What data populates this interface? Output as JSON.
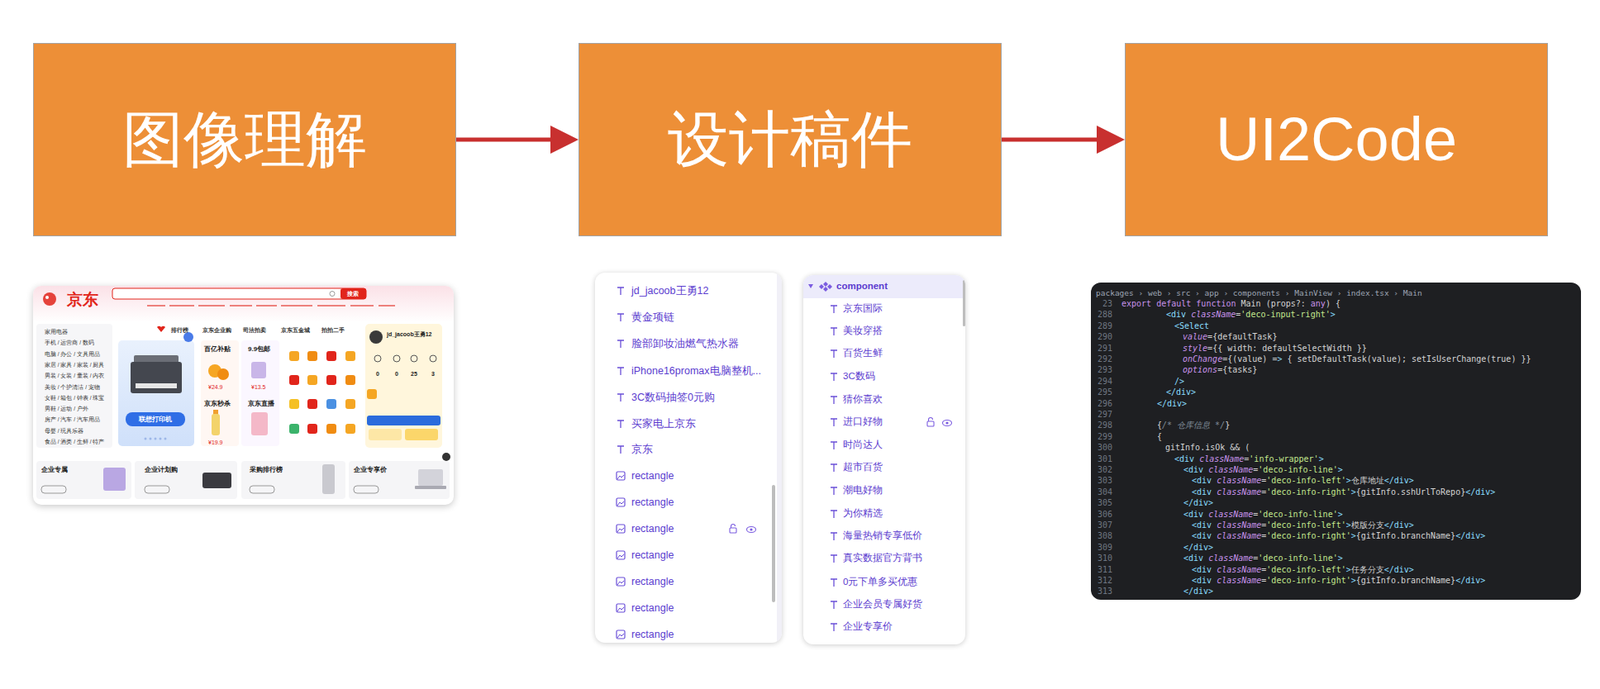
{
  "diagram": {
    "nodes": [
      {
        "text": [
          "图像理解"
        ]
      },
      {
        "text": [
          "设计稿件"
        ]
      },
      {
        "text": [
          "UI2Code"
        ]
      }
    ],
    "edges": [
      {
        "from": 0,
        "to": 1,
        "arrow": "to"
      },
      {
        "from": 1,
        "to": 2,
        "arrow": "to"
      }
    ],
    "labels": [
      "京东",
      "搜索",
      "家用电器",
      "手机 / 运营商 / 数码",
      "电脑 / 办公 / 文具用品",
      "家居 / 家具 / 家装 / 厨具",
      "男装 / 女装 / 童装 / 内衣",
      "美妆 / 个护清洁 / 宠物",
      "女鞋 / 箱包 / 钟表 / 珠宝",
      "男鞋 / 运动 / 户外",
      "房产 / 汽车 / 汽车用品",
      "母婴 / 玩具乐器",
      "食品 / 酒类 / 生鲜 / 特产",
      "排行榜",
      "京东企业购",
      "司法拍卖",
      "京东五金城",
      "拍拍二手",
      "联想打印机",
      "百亿补贴",
      "9.9包邮",
      "京东秒杀",
      "京东直播",
      "¥24.9",
      "¥13.5",
      "¥19.9",
      "jd_jacoob王勇12",
      "0",
      "0",
      "25",
      "3",
      "企业专属",
      "企业计划购",
      "采购排行榜",
      "企业专享价",
      "jd_jacoob王勇12",
      "黄金项链",
      "脸部卸妆油燃气热水器",
      "iPhone16promax电脑整机...",
      "3C数码抽签0元购",
      "买家电上京东",
      "京东",
      "rectangle",
      "rectangle",
      "rectangle",
      "rectangle",
      "rectangle",
      "rectangle",
      "rectangle",
      "component",
      "京东国际",
      "美妆穿搭",
      "百货生鲜",
      "3C数码",
      "猜你喜欢",
      "进口好物",
      "时尚达人",
      "超市百货",
      "潮电好物",
      "为你精选",
      "海量热销专享低价",
      "真实数据官方背书",
      "0元下单多买优惠",
      "企业会员专属好货",
      "企业专享价",
      "packages › web › src › app › components › MainView › index.tsx › Main",
      "23",
      "export default function Main (props?: any) {",
      "288",
      "<div className='deco-input-right'>",
      "289",
      "<Select",
      "290",
      "value={defaultTask}",
      "291",
      "style={{ width: defaultSelectWidth }}",
      "292",
      "onChange={(value) => { setDefaultTask(value); setIsUserChange(true) }}",
      "293",
      "options={tasks}",
      "294",
      "/>",
      "295",
      "</div>",
      "296",
      "</div>",
      "297",
      "298",
      "{/* 仓库信息 */}",
      "299",
      "{",
      "300",
      "gitInfo.isOk && (",
      "301",
      "<div className='info-wrapper'>",
      "302",
      "<div className='deco-info-line'>",
      "303",
      "<div className='deco-info-left'>仓库地址</div>",
      "304",
      "<div className='deco-info-right'>{gitInfo.sshUrlToRepo}</div>",
      "305",
      "</div>",
      "306",
      "<div className='deco-info-line'>",
      "307",
      "<div className='deco-info-left'>模版分支</div>",
      "308",
      "<div className='deco-info-right'>{gitInfo.branchName}</div>",
      "309",
      "</div>",
      "310",
      "<div className='deco-info-line'>",
      "311",
      "<div className='deco-info-left'>任务分支</div>",
      "312",
      "<div className='deco-info-right'>{gitInfo.branchName}</div>",
      "313",
      "</div>"
    ]
  }
}
